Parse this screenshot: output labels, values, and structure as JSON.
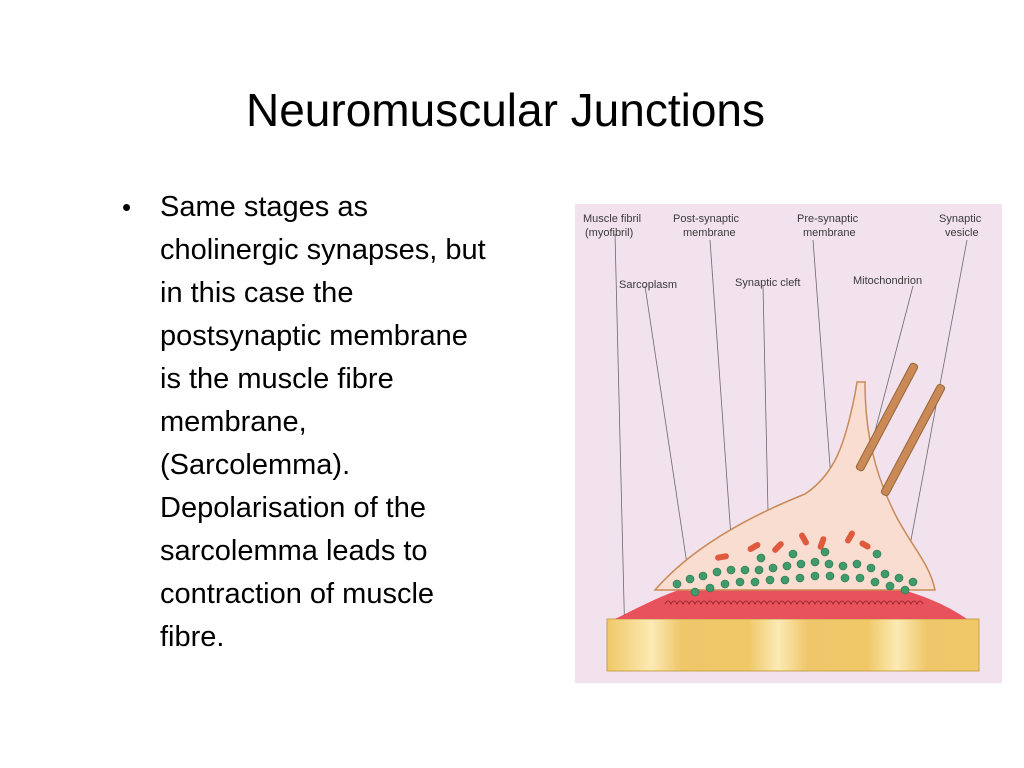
{
  "slide": {
    "title": "Neuromuscular Junctions",
    "bullets": [
      {
        "lines": [
          "Same stages as",
          "cholinergic synapses, but",
          "in this case the",
          "postsynaptic membrane",
          "is the muscle fibre",
          "membrane,",
          "(Sarcolemma).",
          "Depolarisation of the",
          "sarcolemma leads to",
          "contraction of muscle",
          "fibre."
        ]
      }
    ]
  },
  "diagram": {
    "labels": {
      "muscle_fibril": "Muscle fibril",
      "myofibril": "(myofibril)",
      "post_synaptic": "Post-synaptic",
      "post_synaptic_2": "membrane",
      "pre_synaptic": "Pre-synaptic",
      "pre_synaptic_2": "membrane",
      "synaptic_vesicle": "Synaptic",
      "synaptic_vesicle_2": "vesicle",
      "sarcoplasm": "Sarcoplasm",
      "synaptic_cleft": "Synaptic cleft",
      "mitochondrion": "Mitochondrion"
    },
    "colors": {
      "background": "#f1e2ee",
      "muscle_fibre": "#f0cc72",
      "sarcolemma": "#e8525c",
      "terminal": "#f8ddd0",
      "axon": "#c98a58",
      "vesicle": "#3f9a6c",
      "mitochondrion": "#e05a3e"
    }
  }
}
